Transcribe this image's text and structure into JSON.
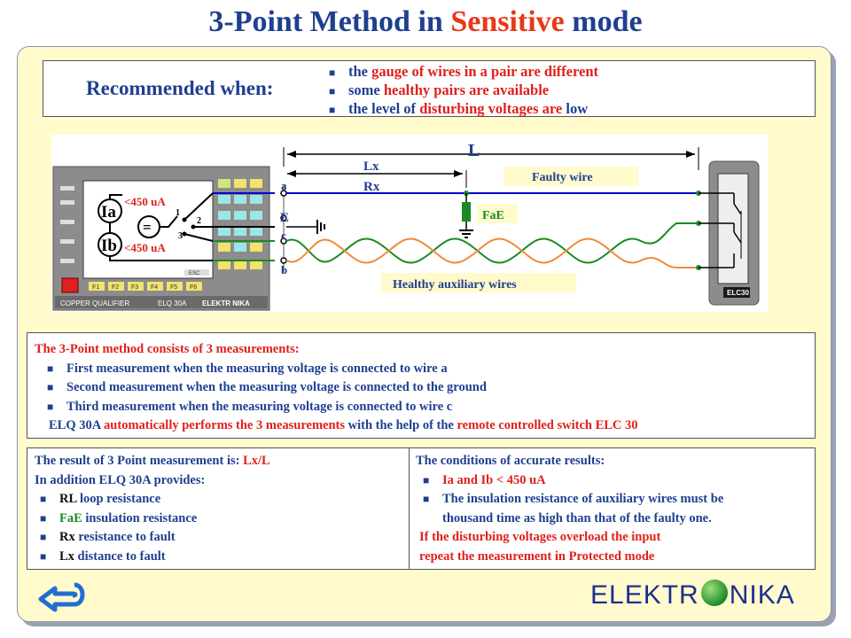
{
  "title": {
    "part1": "3-Point Method in ",
    "highlight": "Sensitive",
    "part2": " mode"
  },
  "recommended": {
    "label": "Recommended when:",
    "items": [
      {
        "pre": "the ",
        "hl": "gauge of wires in a pair are different",
        "post": ""
      },
      {
        "pre": "some ",
        "hl": "healthy pairs are available",
        "post": ""
      },
      {
        "pre": "the level of ",
        "hl": "disturbing voltages are",
        "post": " low"
      }
    ]
  },
  "diagram": {
    "L": "L",
    "Lx": "Lx",
    "Rx": "Rx",
    "faulty_wire": "Faulty wire",
    "FaE": "FaE",
    "healthy": "Healthy auxiliary wires",
    "ia": "Ia",
    "ib": "Ib",
    "limit_a": "<450 uA",
    "limit_b": "<450 uA",
    "eq": "=",
    "sw1": "1",
    "sw2": "2",
    "sw3": "3",
    "term_a": "a",
    "term_E": "E",
    "term_c": "c",
    "term_b": "b",
    "device_brand": "COPPER QUALIFIER",
    "device_model": "ELQ 30A",
    "device_logo": "ELEKTR NIKA",
    "remote": "ELC30",
    "fkeys": [
      "F1",
      "F2",
      "F3",
      "F4",
      "F5",
      "F6"
    ],
    "esc": "ESC"
  },
  "method": {
    "heading": "The 3-Point method consists of 3 measurements:",
    "items": [
      "First measurement when the measuring voltage is connected to wire a",
      "Second measurement when the measuring voltage is connected to the ground",
      "Third measurement when the measuring voltage is connected to wire c"
    ],
    "footer": {
      "p1": "ELQ 30A ",
      "p2": "automatically performs the 3 measurements",
      "p3": " with the help of the ",
      "p4": "remote controlled switch ELC 30"
    }
  },
  "result": {
    "l1_pre": "The result of 3 Point measurement is: ",
    "l1_val": "Lx/L",
    "l2": "In addition ELQ 30A provides:",
    "items": [
      {
        "key": "RL",
        "rest": " loop resistance"
      },
      {
        "key": "FaE",
        "rest": " insulation resistance"
      },
      {
        "key": "Rx",
        "rest": " resistance to fault"
      },
      {
        "key": "Lx",
        "rest": " distance to fault"
      }
    ]
  },
  "conditions": {
    "heading": "The conditions of accurate results:",
    "c1": "Ia and Ib < 450 uA",
    "c2a": "The insulation resistance of auxiliary wires must be",
    "c2b": "thousand time as high than that of the faulty one.",
    "w1": "If the disturbing voltages overload the input",
    "w2": "repeat the measurement in Protected mode"
  },
  "logo": {
    "left": "ELEKTR",
    "right": "NIKA"
  },
  "colors": {
    "blue": "#1f3f8f",
    "red": "#e0201b",
    "green": "#1b8a22",
    "panel": "#fffbcc"
  }
}
